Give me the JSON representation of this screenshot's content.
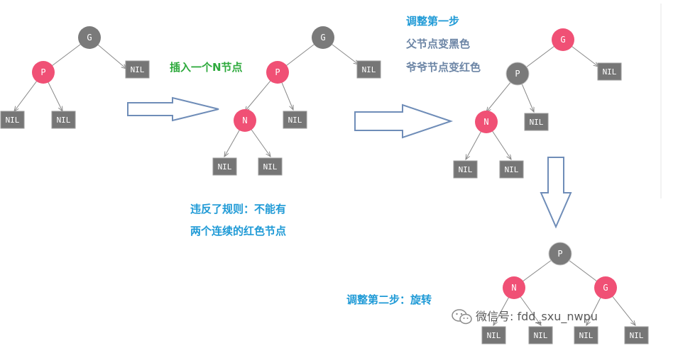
{
  "nodes": {
    "black_color": "#7a7a7a",
    "red_color": "#f05075",
    "nil_color": "#767676"
  },
  "labels": {
    "insert": "插入一个N节点",
    "violation_line1": "违反了规则：不能有",
    "violation_line2": "两个连续的红色节点",
    "step1_title": "调整第一步",
    "step1_line1": "父节点变黑色",
    "step1_line2": "爷爷节点变红色",
    "step2": "调整第二步：旋转"
  },
  "node_text": {
    "G": "G",
    "P": "P",
    "N": "N",
    "NIL": "NIL"
  },
  "watermark": "微信号: fdd_sxu_nwpu"
}
